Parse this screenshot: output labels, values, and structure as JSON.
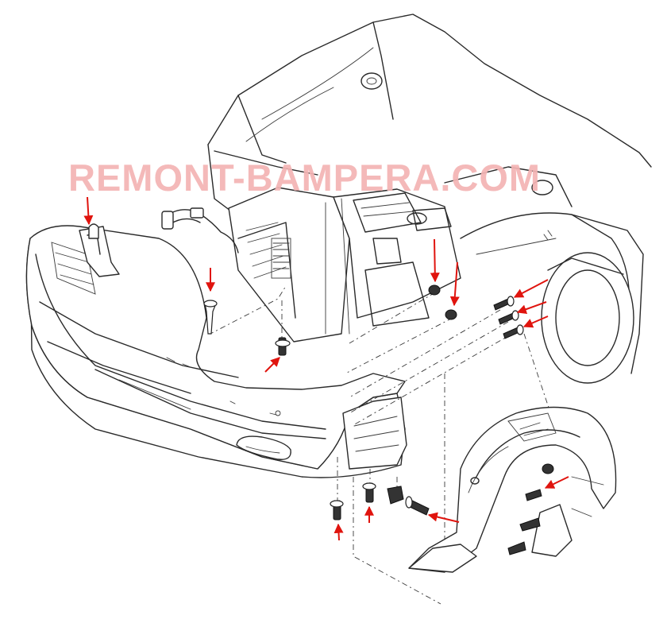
{
  "watermark": {
    "text": "REMONT-BAMPERA.COM",
    "color": "#f4b4b4"
  },
  "colors": {
    "line_art": "#2a2a2a",
    "arrow": "#e0140e",
    "background": "#ffffff"
  },
  "fastener_callouts": [
    {
      "name": "bumper-side-bracket-clip",
      "direction": "down"
    },
    {
      "name": "upper-push-clip",
      "direction": "down"
    },
    {
      "name": "upper-center-bolt",
      "direction": "up-right"
    },
    {
      "name": "radiator-support-bolt",
      "direction": "down"
    },
    {
      "name": "radiator-support-nut",
      "direction": "down"
    },
    {
      "name": "fender-bolt-1",
      "direction": "left"
    },
    {
      "name": "fender-bolt-2",
      "direction": "left"
    },
    {
      "name": "fender-bolt-3",
      "direction": "left"
    },
    {
      "name": "lower-bolt-left",
      "direction": "up"
    },
    {
      "name": "lower-bolt-center",
      "direction": "up"
    },
    {
      "name": "lower-clip-right",
      "direction": "left"
    },
    {
      "name": "wheel-liner-bolt",
      "direction": "left"
    }
  ]
}
